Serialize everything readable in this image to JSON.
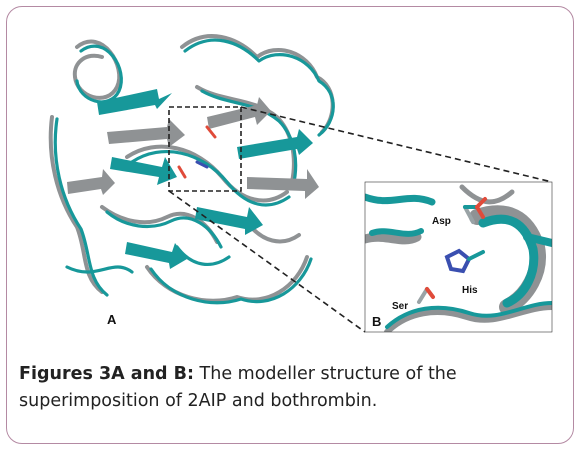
{
  "figure": {
    "panel_a_label": "A",
    "panel_b_label": "B",
    "residues": {
      "asp": "Asp",
      "his": "His",
      "ser": "Ser"
    },
    "colors": {
      "teal": "#17989a",
      "gray": "#8f9294",
      "frame": "#b48aa3"
    }
  },
  "caption": {
    "label": "Figures 3A and B:",
    "text": " The modeller structure of the superimposition of 2AIP and bothrombin."
  }
}
